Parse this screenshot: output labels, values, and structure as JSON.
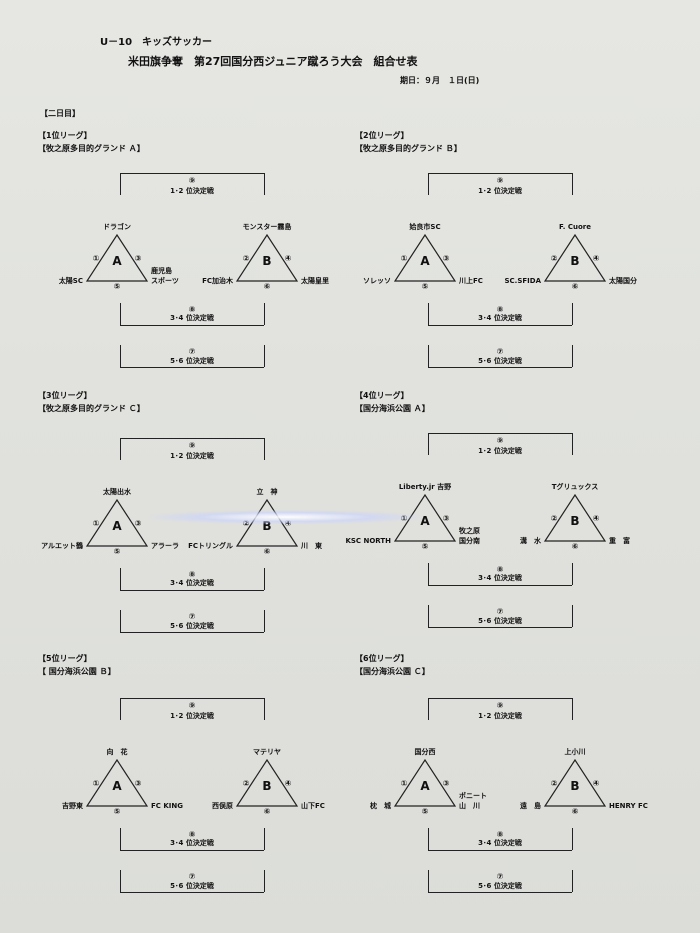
{
  "header": {
    "line1": "U－10　キッズサッカー",
    "title": "米田旗争奪　第27回国分西ジュニア蹴ろう大会　組合せ表",
    "date": "期日：９月　１日(日)",
    "day_label": "【二日目】"
  },
  "leagues": [
    {
      "label": "【1位リーグ】",
      "venue": "【牧之原多目的グランド Ａ】",
      "final_12": {
        "num": "⑨",
        "label": "1･2 位決定戦"
      },
      "final_34": {
        "num": "⑧",
        "label": "3･4 位決定戦"
      },
      "final_56": {
        "num": "⑦",
        "label": "5･6 位決定戦"
      },
      "groupA": {
        "letter": "A",
        "top": "ドラゴン",
        "left": "太陽SC",
        "right": [
          "鹿児島",
          "スポーツ"
        ],
        "n_left": "①",
        "n_right": "③",
        "n_bottom": "⑤"
      },
      "groupB": {
        "letter": "B",
        "top": "モンスター霧島",
        "left": "FC加治木",
        "right": [
          "太陽皇里"
        ],
        "n_left": "②",
        "n_right": "④",
        "n_bottom": "⑥"
      }
    },
    {
      "label": "【2位リーグ】",
      "venue": "【牧之原多目的グランド Ｂ】",
      "final_12": {
        "num": "⑨",
        "label": "1･2 位決定戦"
      },
      "final_34": {
        "num": "⑧",
        "label": "3･4 位決定戦"
      },
      "final_56": {
        "num": "⑦",
        "label": "5･6 位決定戦"
      },
      "groupA": {
        "letter": "A",
        "top": "姶良市SC",
        "left": "ソレッソ",
        "right": [
          "川上FC"
        ],
        "n_left": "①",
        "n_right": "③",
        "n_bottom": "⑤"
      },
      "groupB": {
        "letter": "B",
        "top": "F. Cuore",
        "left": "SC.SFIDA",
        "right": [
          "太陽国分"
        ],
        "n_left": "②",
        "n_right": "④",
        "n_bottom": "⑥"
      }
    },
    {
      "label": "【3位リーグ】",
      "venue": "【牧之原多目的グランド Ｃ】",
      "final_12": {
        "num": "⑨",
        "label": "1･2 位決定戦"
      },
      "final_34": {
        "num": "⑧",
        "label": "3･4 位決定戦"
      },
      "final_56": {
        "num": "⑦",
        "label": "5･6 位決定戦"
      },
      "groupA": {
        "letter": "A",
        "top": "太陽出水",
        "left": "アルエット鶴",
        "right": [
          "アラーラ"
        ],
        "n_left": "①",
        "n_right": "③",
        "n_bottom": "⑤"
      },
      "groupB": {
        "letter": "B",
        "top": "立　神",
        "left": "FCトリングル",
        "right": [
          "川　東"
        ],
        "n_left": "②",
        "n_right": "④",
        "n_bottom": "⑥"
      }
    },
    {
      "label": "【4位リーグ】",
      "venue": "【国分海浜公園 Ａ】",
      "final_12": {
        "num": "⑨",
        "label": "1･2 位決定戦"
      },
      "final_34": {
        "num": "⑧",
        "label": "3･4 位決定戦"
      },
      "final_56": {
        "num": "⑦",
        "label": "5･6 位決定戦"
      },
      "groupA": {
        "letter": "A",
        "top": "Liberty.jr 吉野",
        "left": "KSC NORTH",
        "right": [
          "牧之原",
          "国分南"
        ],
        "n_left": "①",
        "n_right": "③",
        "n_bottom": "⑤"
      },
      "groupB": {
        "letter": "B",
        "top": "Tグリュックス",
        "left": "溝　水",
        "right": [
          "重　富"
        ],
        "n_left": "②",
        "n_right": "④",
        "n_bottom": "⑥"
      }
    },
    {
      "label": "【5位リーグ】",
      "venue": "【 国分海浜公園 Ｂ】",
      "final_12": {
        "num": "⑨",
        "label": "1･2 位決定戦"
      },
      "final_34": {
        "num": "⑧",
        "label": "3･4 位決定戦"
      },
      "final_56": {
        "num": "⑦",
        "label": "5･6 位決定戦"
      },
      "groupA": {
        "letter": "A",
        "top": "向　花",
        "left": "吉野東",
        "right": [
          "FC KING"
        ],
        "n_left": "①",
        "n_right": "③",
        "n_bottom": "⑤"
      },
      "groupB": {
        "letter": "B",
        "top": "マテリヤ",
        "left": "西俣原",
        "right": [
          "山下FC"
        ],
        "n_left": "②",
        "n_right": "④",
        "n_bottom": "⑥"
      }
    },
    {
      "label": "【6位リーグ】",
      "venue": "【国分海浜公園 Ｃ】",
      "final_12": {
        "num": "⑨",
        "label": "1･2 位決定戦"
      },
      "final_34": {
        "num": "⑧",
        "label": "3･4 位決定戦"
      },
      "final_56": {
        "num": "⑦",
        "label": "5･6 位決定戦"
      },
      "groupA": {
        "letter": "A",
        "top": "国分西",
        "left": "枕　城",
        "right": [
          "ポニート",
          "山　川"
        ],
        "n_left": "①",
        "n_right": "③",
        "n_bottom": "⑤"
      },
      "groupB": {
        "letter": "B",
        "top": "上小川",
        "left": "遠　島",
        "right": [
          "HENRY FC"
        ],
        "n_left": "②",
        "n_right": "④",
        "n_bottom": "⑥"
      }
    }
  ]
}
